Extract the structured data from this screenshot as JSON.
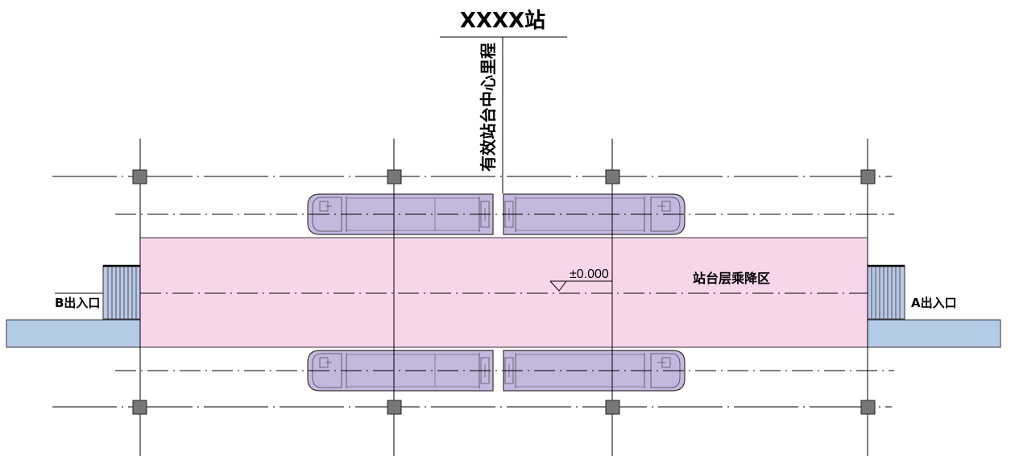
{
  "station": {
    "title": "XXXX站",
    "centerline_label": "有效站台中心里程"
  },
  "platform": {
    "zone_label": "站台层乘降区",
    "elevation_label": "±0.000"
  },
  "exits": {
    "a_label": "A出入口",
    "b_label": "B出入口"
  },
  "colors": {
    "platform_fill": "#f7d6ec",
    "train_fill": "#c5b8de",
    "passage_fill": "#b4cbe8",
    "stair_fill": "#b9c8e6",
    "column_fill": "#777777",
    "line_color": "#000000"
  }
}
